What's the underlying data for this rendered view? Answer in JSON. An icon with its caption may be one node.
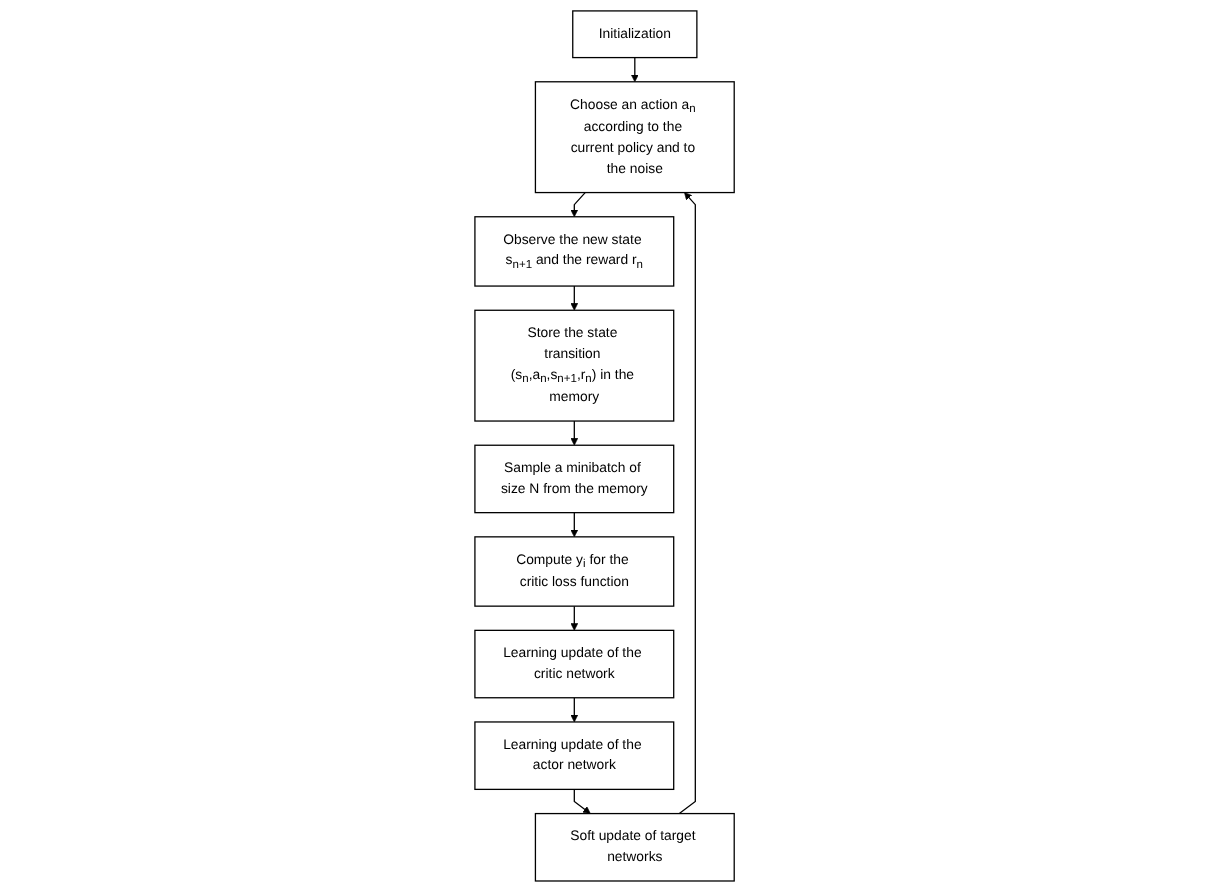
{
  "diagram": {
    "nodes": [
      {
        "text": [
          "Initialization"
        ]
      },
      {
        "text": [
          "Choose an action a$_{n}$ according to the current policy and to the noise"
        ]
      },
      {
        "text": [
          "Observe the new state s$_{n+1}$ and the reward r$_{n}$"
        ]
      },
      {
        "text": [
          "Store the state transition (s$_{n}$,a$_{n}$,s$_{n+1}$,r$_{n}$) in the memory"
        ]
      },
      {
        "text": [
          "Sample a minibatch of size N from the memory"
        ]
      },
      {
        "text": [
          "Compute y$_{i}$ for the critic loss function"
        ]
      },
      {
        "text": [
          "Learning update of the critic network"
        ]
      },
      {
        "text": [
          "Learning update of the actor network"
        ]
      },
      {
        "text": [
          "Soft update of target networks"
        ]
      }
    ],
    "edges": [
      {
        "from": 0,
        "to": 1,
        "arrow": "to"
      },
      {
        "from": 1,
        "to": 2,
        "arrow": "to"
      },
      {
        "from": 2,
        "to": 3,
        "arrow": "to"
      },
      {
        "from": 3,
        "to": 4,
        "arrow": "to"
      },
      {
        "from": 4,
        "to": 5,
        "arrow": "to"
      },
      {
        "from": 5,
        "to": 6,
        "arrow": "to"
      },
      {
        "from": 6,
        "to": 7,
        "arrow": "to"
      },
      {
        "from": 7,
        "to": 8,
        "arrow": "to"
      },
      {
        "from": 8,
        "to": 1,
        "arrow": "to"
      }
    ]
  }
}
